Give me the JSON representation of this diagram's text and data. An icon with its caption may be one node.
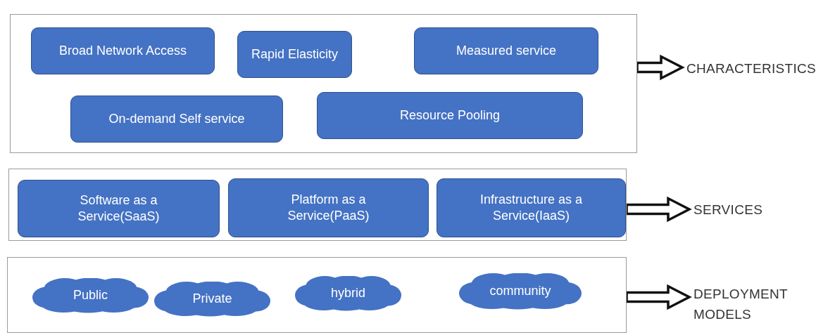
{
  "diagram": {
    "nodes": [
      {
        "text": [],
        "shape": "box"
      },
      {
        "text": [
          "Broad Network Access"
        ],
        "in": 0
      },
      {
        "text": [
          "Rapid Elasticity"
        ],
        "in": 0
      },
      {
        "text": [
          "Measured service"
        ],
        "in": 0
      },
      {
        "text": [
          "On-demand Self service"
        ],
        "in": 0
      },
      {
        "text": [
          "Resource Pooling"
        ],
        "in": 0
      },
      {
        "text": [
          "CHARACTERISTICS"
        ]
      },
      {
        "text": [],
        "shape": "box"
      },
      {
        "text": [
          "Software as a Service(SaaS)"
        ],
        "in": 7
      },
      {
        "text": [
          "Platform as a Service(PaaS)"
        ],
        "in": 7
      },
      {
        "text": [
          "Infrastructure as a Service(IaaS)"
        ],
        "in": 7
      },
      {
        "text": [
          "SERVICES"
        ]
      },
      {
        "text": [],
        "shape": "box"
      },
      {
        "text": [
          "Public"
        ],
        "in": 12
      },
      {
        "text": [
          "Private"
        ],
        "in": 12
      },
      {
        "text": [
          "hybrid"
        ],
        "in": 12
      },
      {
        "text": [
          "community"
        ],
        "in": 12
      },
      {
        "text": [
          "DEPLOYMENT MODELS"
        ]
      }
    ],
    "edges": [
      {
        "from": 0,
        "to": 6,
        "arrow": "to",
        "style": "thick"
      },
      {
        "from": 7,
        "to": 11,
        "arrow": "to",
        "style": "thick"
      },
      {
        "from": 12,
        "to": 17,
        "arrow": "to",
        "style": "thick"
      }
    ]
  }
}
